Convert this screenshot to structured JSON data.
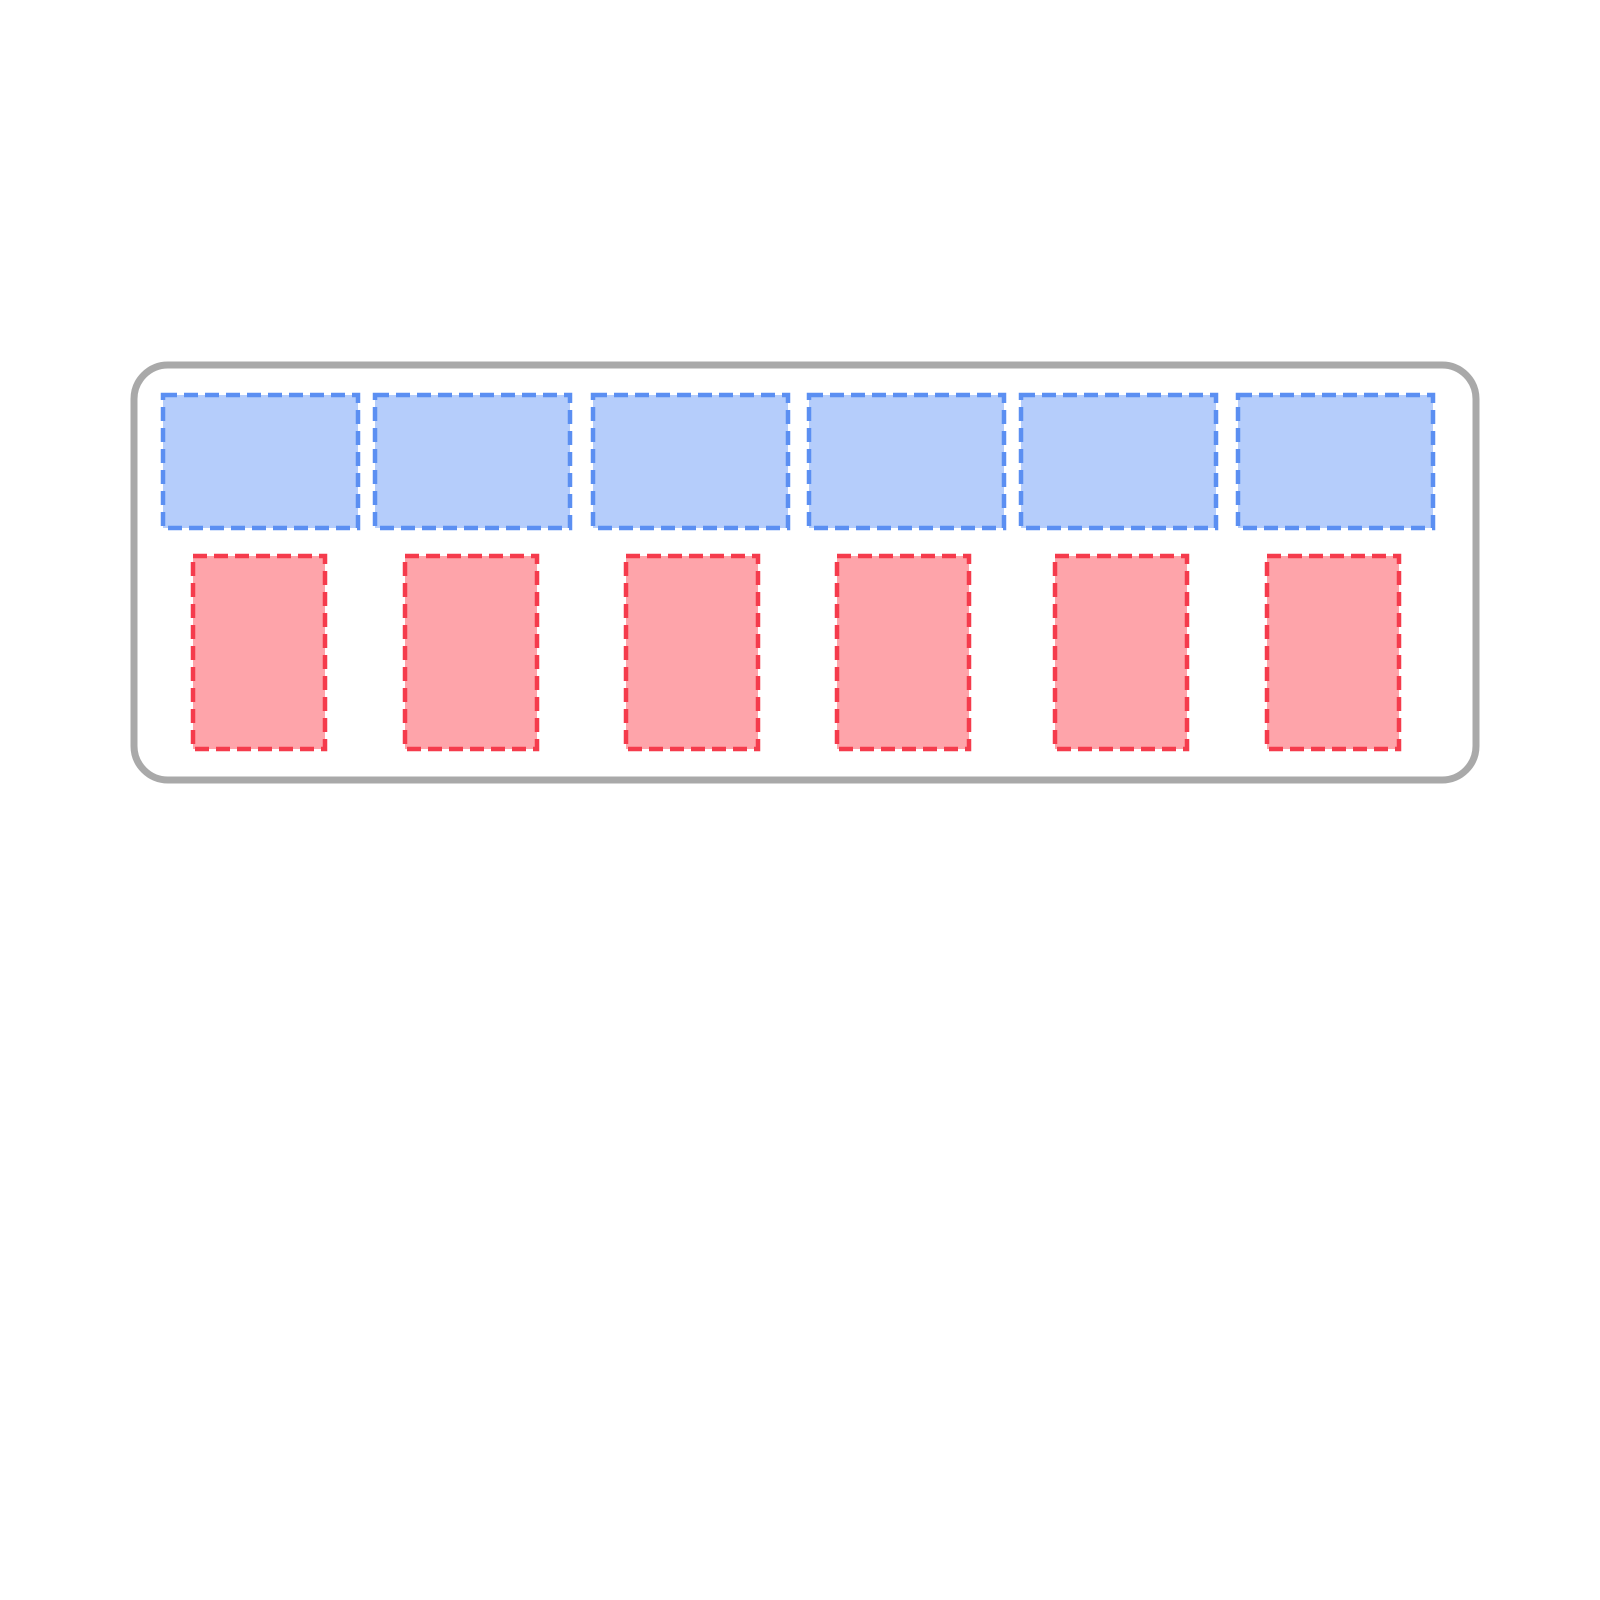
{
  "diagram": {
    "type": "grouped-blocks",
    "container": {
      "stroke_color": "#a9a9a9",
      "fill_color": "#ffffff"
    },
    "top_row": {
      "count": 6,
      "fill_color": "#b5cdfb",
      "stroke_color": "#5b8ff2",
      "stroke_style": "dashed"
    },
    "bottom_row": {
      "count": 6,
      "fill_color": "#fea4aa",
      "stroke_color": "#f53b4c",
      "stroke_style": "dashed"
    }
  }
}
